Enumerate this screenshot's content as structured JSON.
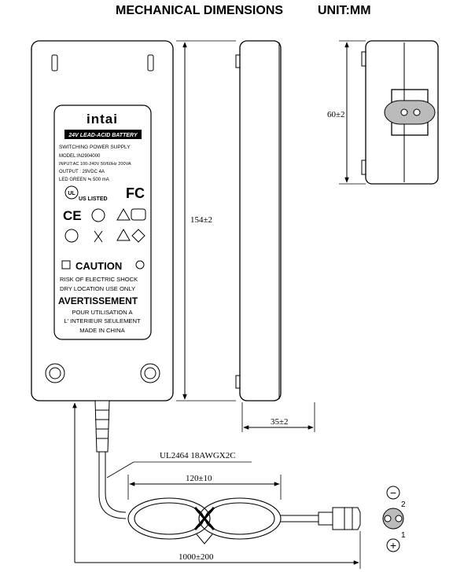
{
  "header": {
    "title": "MECHANICAL DIMENSIONS",
    "unit": "UNIT:MM"
  },
  "dimensions": {
    "height": "154±2",
    "width": "60±2",
    "depth": "35±2",
    "cable_length": "1000±200",
    "coil_length": "120±10",
    "cable_spec": "UL2464 18AWGX2C"
  },
  "label": {
    "brand": "intai",
    "product_line": "24V LEAD-ACID BATTERY",
    "lines": [
      "SWITCHING POWER SUPPLY",
      "MODEL:IN2904000",
      "INPUT:AC 100-240V 50/60Hz 200VA",
      "OUTPUT : 29VDC 4A",
      "LED GREEN ≒ 500 mA"
    ],
    "caution": "CAUTION",
    "caution_text": [
      "RISK OF ELECTRIC SHOCK",
      "DRY LOCATION USE ONLY"
    ],
    "avertissement": "AVERTISSEMENT",
    "avertissement_text": [
      "POUR UTILISATION A",
      "L' INTERIEUR SEULEMENT"
    ],
    "made_in": "MADE IN CHINA",
    "cert_ul": "US LISTED",
    "cert_fcc": "FC",
    "cert_ce": "CE"
  },
  "connector": {
    "pin1": "1",
    "pin2": "2",
    "plus": "+",
    "minus": "−"
  }
}
